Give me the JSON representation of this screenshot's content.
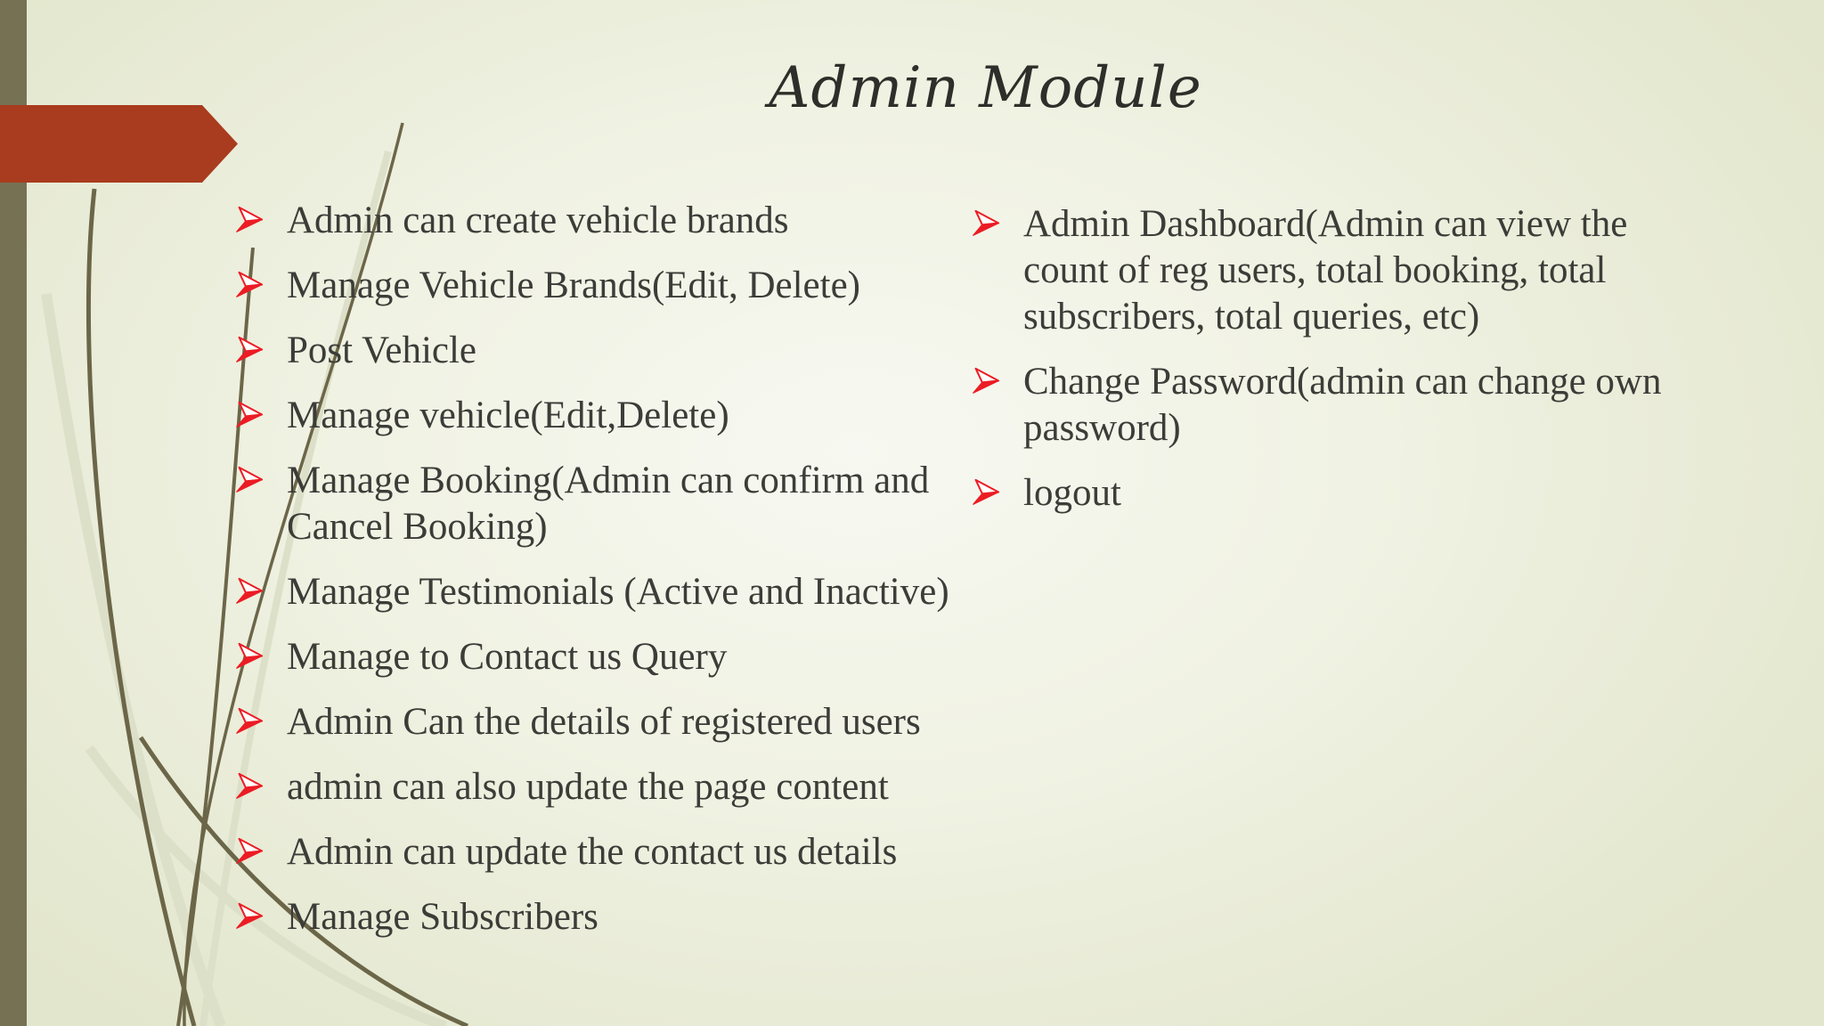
{
  "title": "Admin Module",
  "columns": {
    "left": {
      "items": [
        "Admin can create vehicle brands",
        "Manage Vehicle Brands(Edit, Delete)",
        "Post Vehicle",
        "Manage vehicle(Edit,Delete)",
        "Manage Booking(Admin can confirm and\nCancel Booking)",
        "Manage Testimonials (Active and Inactive)",
        "Manage to Contact us Query",
        "Admin Can the details of registered users",
        "admin can also update the page content",
        "Admin can update the contact us details",
        "Manage Subscribers"
      ]
    },
    "right": {
      "items": [
        "Admin Dashboard(Admin can view the\ncount of reg users, total booking, total\nsubscribers, total queries, etc)",
        "Change Password(admin can change own\npassword)",
        "logout"
      ]
    }
  },
  "colors": {
    "banner_red": "#a93b1e",
    "bullet_red": "#ec1c24",
    "sidebar_olive": "#777153",
    "curve_dark": "#6c6649",
    "curve_pale": "#dde0c9",
    "background_center": "#f7f8f1",
    "background_edge": "#e2e6cc",
    "body_text": "#3c3c38",
    "title_text": "#2e2e2a"
  }
}
